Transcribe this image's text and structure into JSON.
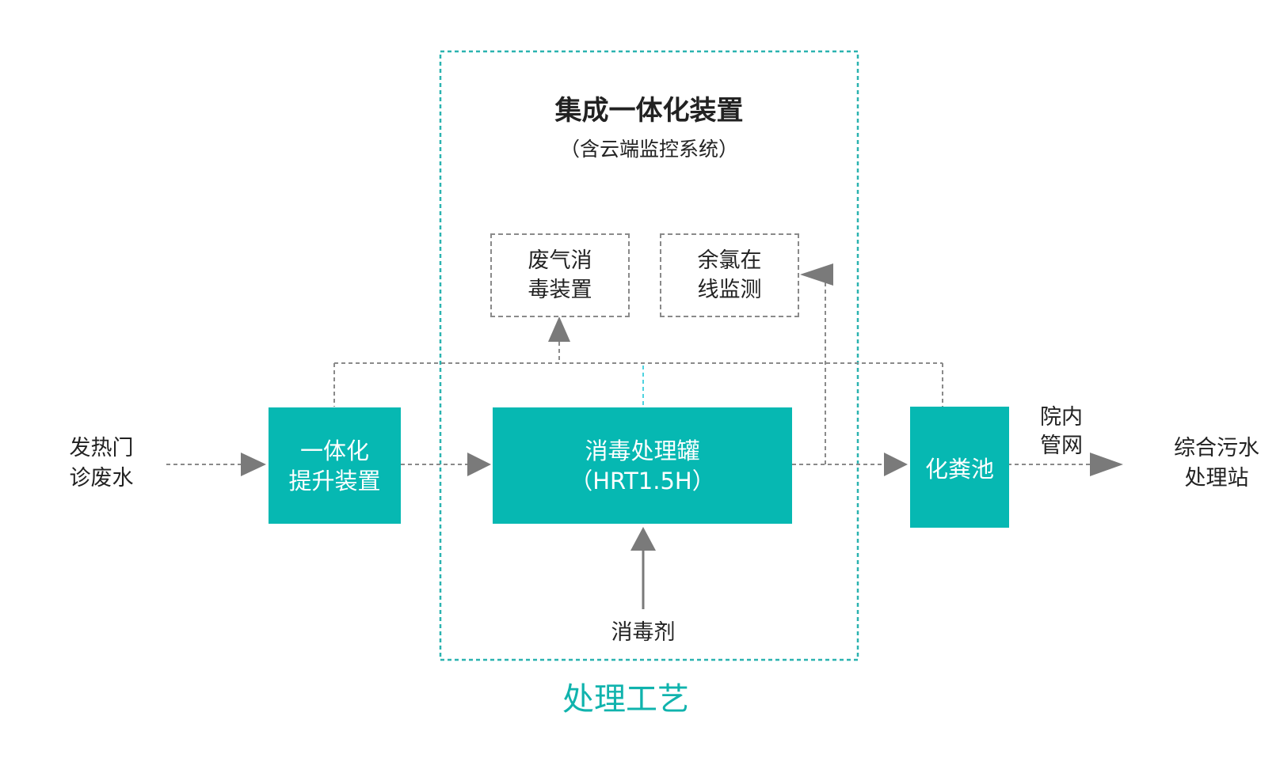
{
  "frame": {
    "title": "集成一体化装置",
    "subtitle": "（含云端监控系统）",
    "caption": "处理工艺"
  },
  "nodes": {
    "source": [
      "发热门",
      "诊废水"
    ],
    "lift": [
      "一体化",
      "提升装置"
    ],
    "tank": [
      "消毒处理罐",
      "（HRT1.5H）"
    ],
    "septic": "化粪池",
    "pipe": [
      "院内",
      "管网"
    ],
    "dest": [
      "综合污水",
      "处理站"
    ],
    "gas": [
      "废气消",
      "毒装置"
    ],
    "chlorine": [
      "余氯在",
      "线监测"
    ],
    "disinfectant": "消毒剂"
  },
  "colors": {
    "teal": "#06b8b2",
    "frame_border": "#2bb3b0",
    "arrow_gray": "#7a7a7a",
    "caption": "#10b3ad"
  }
}
